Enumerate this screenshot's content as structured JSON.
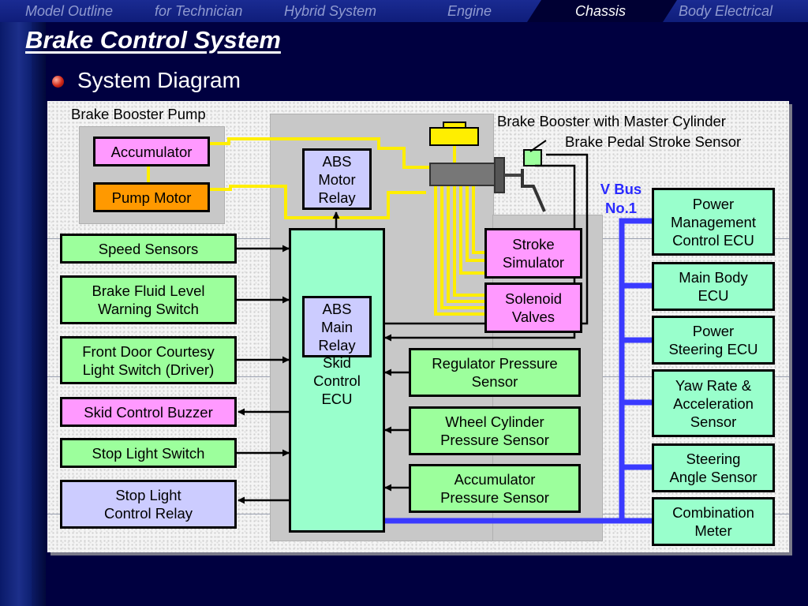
{
  "nav": {
    "items": [
      {
        "label": "Model Outline"
      },
      {
        "label": "for Technician"
      },
      {
        "label": "Hybrid System"
      },
      {
        "label": "Engine"
      },
      {
        "label": "Chassis"
      },
      {
        "label": "Body Electrical"
      }
    ],
    "active_index": 4
  },
  "page": {
    "title": "Brake Control System",
    "subtitle": "System Diagram"
  },
  "diagram": {
    "labels": {
      "pump_group": "Brake Booster Pump",
      "booster_group": "Brake Booster with Master Cylinder",
      "stroke_sensor": "Brake Pedal Stroke Sensor",
      "vbus": "V Bus\nNo.1"
    },
    "boxes": {
      "accumulator": "Accumulator",
      "pump_motor": "Pump Motor",
      "abs_motor_relay": "ABS\nMotor\nRelay",
      "abs_main_relay": "ABS\nMain\nRelay",
      "skid_control_ecu": "Skid\nControl\nECU",
      "stroke_simulator": "Stroke\nSimulator",
      "solenoid_valves": "Solenoid\nValves",
      "speed_sensors": "Speed Sensors",
      "brake_fluid_level": "Brake Fluid Level\nWarning Switch",
      "front_door_courtesy": "Front Door Courtesy\nLight Switch (Driver)",
      "skid_control_buzzer": "Skid Control Buzzer",
      "stop_light_switch": "Stop Light Switch",
      "stop_light_relay": "Stop Light\nControl Relay",
      "regulator_pressure": "Regulator Pressure\nSensor",
      "wheel_cylinder_pressure": "Wheel Cylinder\nPressure Sensor",
      "accumulator_pressure": "Accumulator\nPressure Sensor",
      "power_mgmt_ecu": "Power\nManagement\nControl ECU",
      "main_body_ecu": "Main Body\nECU",
      "power_steering_ecu": "Power\nSteering ECU",
      "yaw_rate_sensor": "Yaw Rate &\nAcceleration\nSensor",
      "steering_angle_sensor": "Steering\nAngle Sensor",
      "combination_meter": "Combination\nMeter"
    },
    "colors": {
      "input_box": "#9cff9c",
      "actuator_box": "#ff99ff",
      "pump_motor": "#ff9900",
      "relay_box": "#ccccff",
      "ecu_box": "#99ffcc",
      "hydraulic_line": "#ffee00",
      "bus_line": "#3a3aff"
    }
  }
}
